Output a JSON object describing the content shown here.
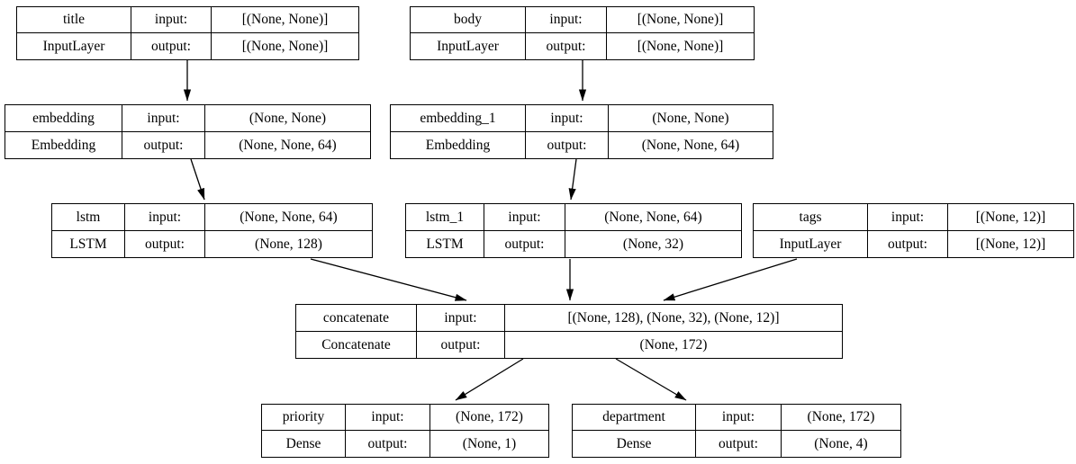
{
  "diagram": {
    "kind": "keras-model-architecture-plot",
    "colors": {
      "background": "#ffffff",
      "border": "#000000",
      "text": "#000000",
      "edge": "#000000"
    },
    "labels": {
      "input": "input:",
      "output": "output:"
    },
    "nodes": [
      {
        "id": "title",
        "name": "title",
        "layer_type": "InputLayer",
        "input_label": "input:",
        "output_label": "output:",
        "input_shape": "[(None, None)]",
        "output_shape": "[(None, None)]"
      },
      {
        "id": "body",
        "name": "body",
        "layer_type": "InputLayer",
        "input_label": "input:",
        "output_label": "output:",
        "input_shape": "[(None, None)]",
        "output_shape": "[(None, None)]"
      },
      {
        "id": "embedding",
        "name": "embedding",
        "layer_type": "Embedding",
        "input_label": "input:",
        "output_label": "output:",
        "input_shape": "(None, None)",
        "output_shape": "(None, None, 64)"
      },
      {
        "id": "embedding_1",
        "name": "embedding_1",
        "layer_type": "Embedding",
        "input_label": "input:",
        "output_label": "output:",
        "input_shape": "(None, None)",
        "output_shape": "(None, None, 64)"
      },
      {
        "id": "lstm",
        "name": "lstm",
        "layer_type": "LSTM",
        "input_label": "input:",
        "output_label": "output:",
        "input_shape": "(None, None, 64)",
        "output_shape": "(None, 128)"
      },
      {
        "id": "lstm_1",
        "name": "lstm_1",
        "layer_type": "LSTM",
        "input_label": "input:",
        "output_label": "output:",
        "input_shape": "(None, None, 64)",
        "output_shape": "(None, 32)"
      },
      {
        "id": "tags",
        "name": "tags",
        "layer_type": "InputLayer",
        "input_label": "input:",
        "output_label": "output:",
        "input_shape": "[(None, 12)]",
        "output_shape": "[(None, 12)]"
      },
      {
        "id": "concatenate",
        "name": "concatenate",
        "layer_type": "Concatenate",
        "input_label": "input:",
        "output_label": "output:",
        "input_shape": "[(None, 128), (None, 32), (None, 12)]",
        "output_shape": "(None, 172)"
      },
      {
        "id": "priority",
        "name": "priority",
        "layer_type": "Dense",
        "input_label": "input:",
        "output_label": "output:",
        "input_shape": "(None, 172)",
        "output_shape": "(None, 1)"
      },
      {
        "id": "department",
        "name": "department",
        "layer_type": "Dense",
        "input_label": "input:",
        "output_label": "output:",
        "input_shape": "(None, 172)",
        "output_shape": "(None, 4)"
      }
    ],
    "edges": [
      {
        "from": "title",
        "to": "embedding"
      },
      {
        "from": "body",
        "to": "embedding_1"
      },
      {
        "from": "embedding",
        "to": "lstm"
      },
      {
        "from": "embedding_1",
        "to": "lstm_1"
      },
      {
        "from": "lstm",
        "to": "concatenate"
      },
      {
        "from": "lstm_1",
        "to": "concatenate"
      },
      {
        "from": "tags",
        "to": "concatenate"
      },
      {
        "from": "concatenate",
        "to": "priority"
      },
      {
        "from": "concatenate",
        "to": "department"
      }
    ]
  }
}
